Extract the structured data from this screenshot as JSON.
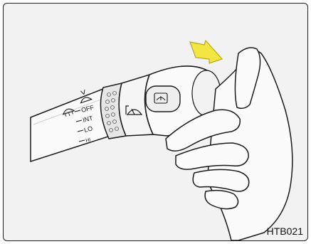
{
  "figure": {
    "id_label": "HTB021"
  },
  "stalk": {
    "positions": [
      "OFF",
      "INT",
      "LO",
      "HI"
    ],
    "action": "pull / push wiper-washer stalk",
    "arrow_direction": "toward driver"
  },
  "icons": [
    "mist-icon",
    "washer-icon",
    "rear-wiper-icon",
    "rear-washer-icon",
    "motion-arrow-icon"
  ],
  "colors": {
    "background": "#f2f2f2",
    "outline": "#1a1a1a",
    "arrow": "#f4e642",
    "stalk_fill": "#f8f8f8"
  }
}
